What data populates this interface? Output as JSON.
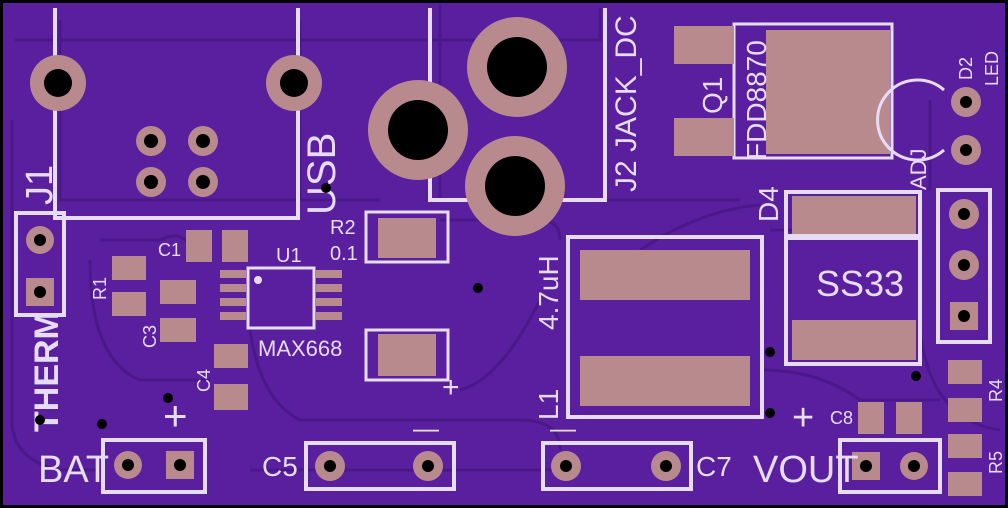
{
  "colors": {
    "board": "#5a1f9e",
    "board_dark": "#4a1688",
    "copper": "#b88a8e",
    "silk": "#e6dcf4",
    "drill": "#000000",
    "edge": "#000000"
  },
  "labels": {
    "j1": "J1",
    "therm": "THERM",
    "usb": "USB",
    "bat": "BAT",
    "r1": "R1",
    "c1": "C1",
    "c3": "C3",
    "c4": "C4",
    "u1": "U1",
    "max668": "MAX668",
    "r2": "R2",
    "r2_value": "0.1",
    "c5": "C5",
    "j2": "J2 JACK_DC",
    "l1": "L1",
    "l1_value": "4.7uH",
    "c7": "C7",
    "q1": "Q1",
    "q1_part": "FDD8870",
    "d4": "D4",
    "d4_part": "SS33",
    "adj": "ADJ",
    "d2": "D2",
    "led": "LED",
    "c8": "C8",
    "r4": "R4",
    "r5": "R5",
    "vout": "VOUT",
    "plus": "+",
    "minus": "—"
  },
  "icons": {
    "potentiometer": "adj-trimmer-icon",
    "led": "led-outline-icon"
  }
}
